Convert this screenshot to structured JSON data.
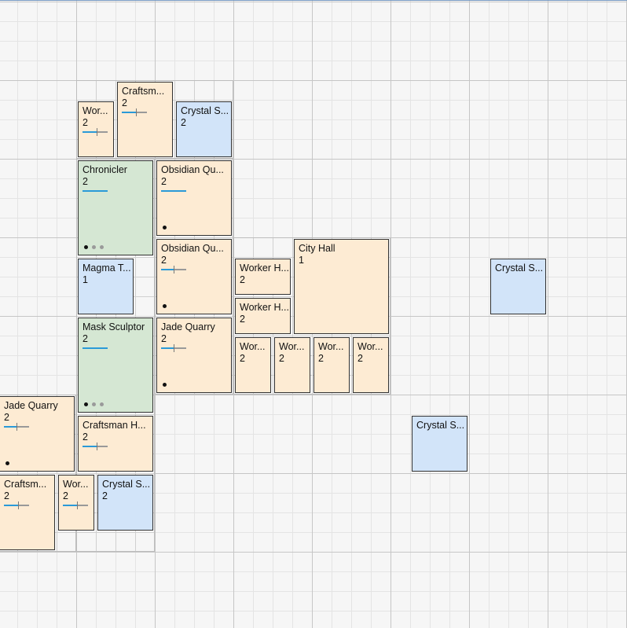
{
  "board": {
    "tiles": [
      {
        "id": "t1",
        "name": "Wor...",
        "level": "2",
        "color": "orange",
        "progress": 0.55
      },
      {
        "id": "t2",
        "name": "Craftsm...",
        "level": "2",
        "color": "orange",
        "progress": 0.55
      },
      {
        "id": "t3",
        "name": "Crystal S...",
        "level": "2",
        "color": "blue"
      },
      {
        "id": "t4",
        "name": "Chronicler",
        "level": "2",
        "color": "green",
        "progress": 1.0,
        "dots": 3,
        "filled_dots": 1
      },
      {
        "id": "t5",
        "name": "Obsidian Qu...",
        "level": "2",
        "color": "orange",
        "progress": 1.0,
        "dots": 1,
        "filled_dots": 1
      },
      {
        "id": "t6",
        "name": "Obsidian Qu...",
        "level": "2",
        "color": "orange",
        "progress": 0.5,
        "dots": 1,
        "filled_dots": 1
      },
      {
        "id": "t7",
        "name": "Magma T...",
        "level": "1",
        "color": "blue"
      },
      {
        "id": "t8",
        "name": "Worker H...",
        "level": "2",
        "color": "orange"
      },
      {
        "id": "t9",
        "name": "City Hall",
        "level": "1",
        "color": "orange"
      },
      {
        "id": "t10",
        "name": "Worker H...",
        "level": "2",
        "color": "orange"
      },
      {
        "id": "t11",
        "name": "Crystal S...",
        "level": "",
        "color": "blue"
      },
      {
        "id": "t12",
        "name": "Mask Sculptor",
        "level": "2",
        "color": "green",
        "progress": 1.0,
        "dots": 3,
        "filled_dots": 1
      },
      {
        "id": "t13",
        "name": "Jade Quarry",
        "level": "2",
        "color": "orange",
        "progress": 0.5,
        "dots": 1,
        "filled_dots": 1
      },
      {
        "id": "t14",
        "name": "Wor...",
        "level": "2",
        "color": "orange"
      },
      {
        "id": "t15",
        "name": "Wor...",
        "level": "2",
        "color": "orange"
      },
      {
        "id": "t16",
        "name": "Wor...",
        "level": "2",
        "color": "orange"
      },
      {
        "id": "t17",
        "name": "Wor...",
        "level": "2",
        "color": "orange"
      },
      {
        "id": "t18",
        "name": "Jade Quarry",
        "level": "2",
        "color": "orange",
        "progress": 0.5,
        "dots": 1,
        "filled_dots": 1
      },
      {
        "id": "t19",
        "name": "Craftsman H...",
        "level": "2",
        "color": "orange",
        "progress": 0.55
      },
      {
        "id": "t20",
        "name": "Crystal S...",
        "level": "",
        "color": "blue"
      },
      {
        "id": "t21",
        "name": "Craftsm...",
        "level": "2",
        "color": "orange",
        "progress": 0.55
      },
      {
        "id": "t22",
        "name": "Wor...",
        "level": "2",
        "color": "orange",
        "progress": 0.55
      },
      {
        "id": "t23",
        "name": "Crystal S...",
        "level": "2",
        "color": "blue"
      }
    ]
  }
}
